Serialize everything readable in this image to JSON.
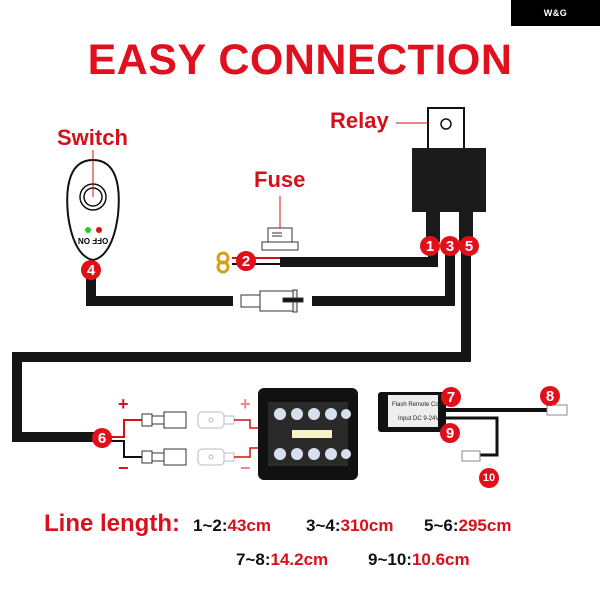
{
  "brand": "W&G",
  "title": "EASY CONNECTION",
  "labels": {
    "switch": "Switch",
    "relay": "Relay",
    "fuse": "Fuse"
  },
  "switch_markings": {
    "on": "ON",
    "off": "OFF"
  },
  "polarity": {
    "plus": "+",
    "minus": "−"
  },
  "remote_box": {
    "line1": "Flash Remote Control",
    "line2": "Input DC 9-24V"
  },
  "points": [
    "1",
    "2",
    "3",
    "4",
    "5",
    "6",
    "7",
    "8",
    "9",
    "10"
  ],
  "line_length": {
    "title": "Line length:",
    "items": [
      {
        "range": "1~2:",
        "value": "43cm"
      },
      {
        "range": "3~4:",
        "value": "310cm"
      },
      {
        "range": "5~6:",
        "value": "295cm"
      },
      {
        "range": "7~8:",
        "value": "14.2cm"
      },
      {
        "range": "9~10:",
        "value": "10.6cm"
      }
    ]
  },
  "colors": {
    "accent": "#e00f1a",
    "wire": "#151515"
  }
}
